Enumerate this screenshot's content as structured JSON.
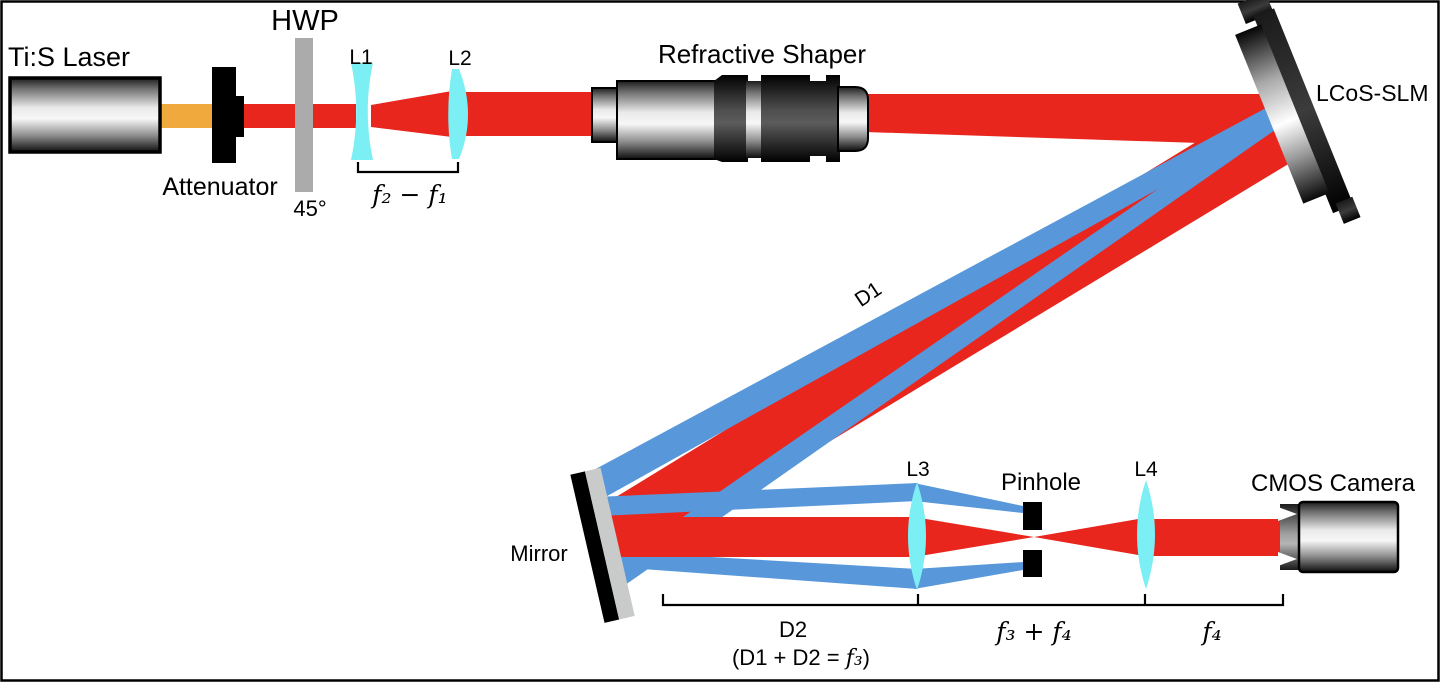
{
  "figure": {
    "type": "optical-setup-diagram",
    "colors": {
      "beam_red": "#E8261E",
      "beam_blue": "#5898DA",
      "beam_orange": "#F0A93C",
      "lens_cyan": "#7BEFF3",
      "hwp_gray": "#ABABAB",
      "mirror_gray": "#C9CBCA"
    },
    "components": {
      "laser": "Ti:S Laser",
      "attenuator": "Attenuator",
      "hwp": "HWP",
      "hwp_angle": "45°",
      "lens1": "L1",
      "lens2": "L2",
      "shaper": "Refractive Shaper",
      "slm": "LCoS-SLM",
      "mirror": "Mirror",
      "lens3": "L3",
      "pinhole": "Pinhole",
      "lens4": "L4",
      "camera": "CMOS Camera"
    },
    "distances": {
      "f2_minus_f1": "f₂ − f₁",
      "d1": "D1",
      "d2": "D2",
      "d1d2_prefix": "(D1 + D2  = ",
      "d1d2_f3": "f₃",
      "d1d2_suffix": ")",
      "f3_plus_f4": "f₃ + f₄",
      "f4": "f₄"
    }
  }
}
